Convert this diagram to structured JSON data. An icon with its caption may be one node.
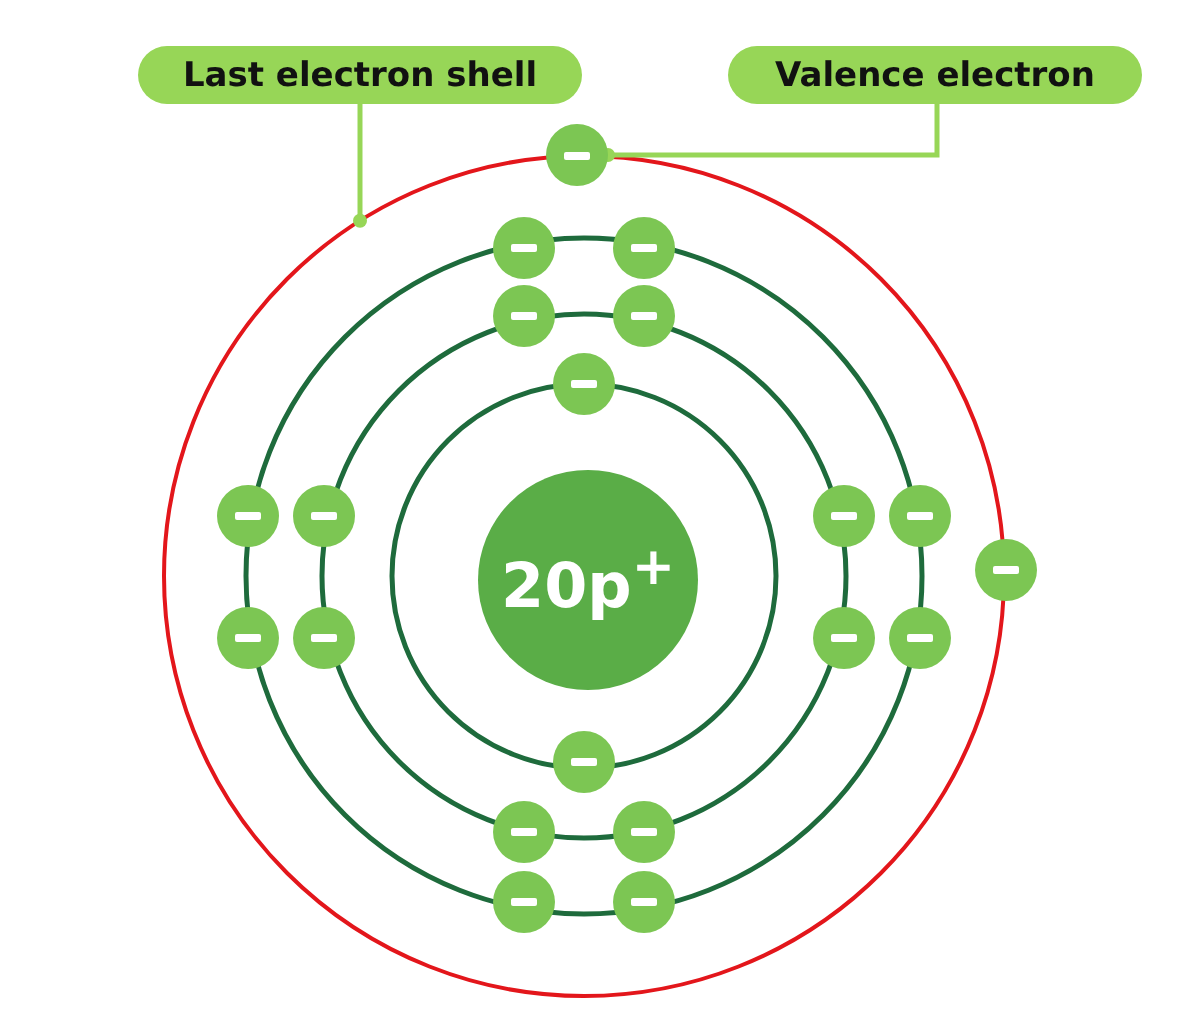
{
  "diagram": {
    "nodes": [
      {
        "text": [
          "Last electron shell"
        ]
      },
      {
        "text": [
          "Valence electron"
        ]
      },
      {
        "text": [],
        "shape": "circle"
      },
      {
        "text": [],
        "shape": "circle"
      },
      {
        "text": [
          "20p$^{+}$"
        ],
        "in": 2
      }
    ],
    "edges": [
      {
        "from": 0,
        "to": 2,
        "arrow": "other"
      },
      {
        "from": 1,
        "to": 3,
        "arrow": "other"
      }
    ]
  }
}
